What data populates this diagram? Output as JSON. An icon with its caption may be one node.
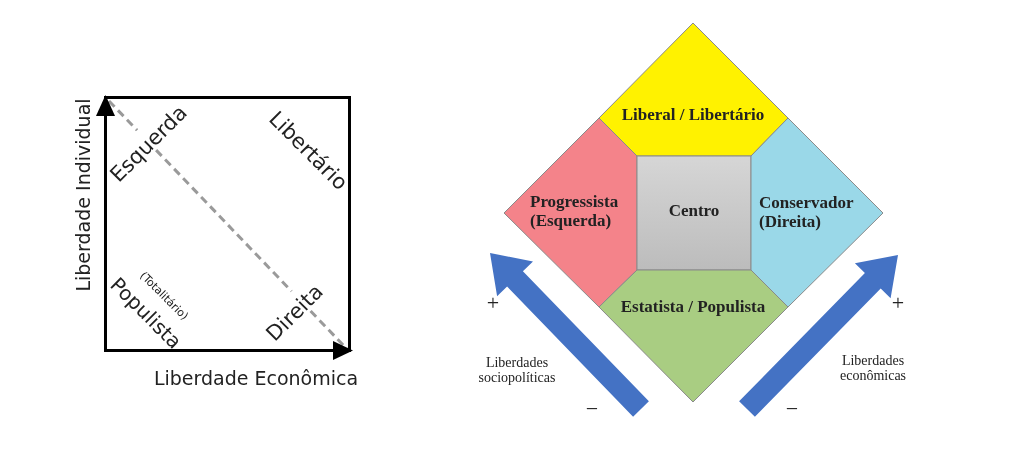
{
  "diagram": {
    "nodes": [
      {
        "text": [
          "Esquerda",
          "Libertário",
          "(Totalitário)",
          "Populista",
          "Direita"
        ],
        "beside": [
          "Liberdade Individual",
          "Liberdade Econômica"
        ]
      },
      {
        "text": [
          "Liberal / Libertário"
        ]
      },
      {
        "text": [
          "Progressista (Esquerda)"
        ]
      },
      {
        "text": [
          "Centro"
        ]
      },
      {
        "text": [
          "Conservador (Direita)"
        ]
      },
      {
        "text": [
          "Estatista / Populista"
        ]
      }
    ],
    "labels": [
      "+",
      "+",
      "Liberdades sociopolíticas",
      "Liberdades econômicas",
      "−",
      "−"
    ]
  }
}
